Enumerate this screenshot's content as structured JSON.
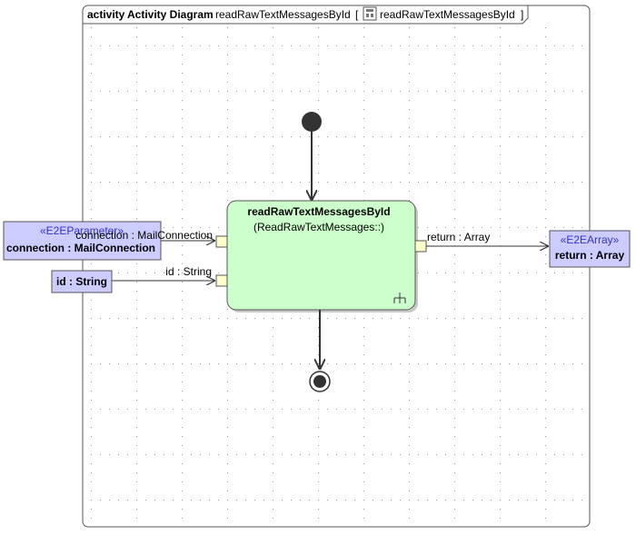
{
  "frame": {
    "keyword": "activity",
    "kind": "Activity Diagram",
    "name": "readRawTextMessagesById",
    "bracket_open": "[",
    "bracket_name": "readRawTextMessagesById",
    "bracket_close": "]"
  },
  "action": {
    "name": "readRawTextMessagesById",
    "behavior": "(ReadRawTextMessages::)"
  },
  "params": {
    "connection": {
      "stereotype": "«E2EParameter»",
      "label": "connection : MailConnection"
    },
    "id": {
      "label": "id : String"
    },
    "ret": {
      "stereotype": "«E2EArray»",
      "label": "return : Array"
    }
  },
  "pins": {
    "connection": "connection : MailConnection",
    "id": "id : String",
    "ret": "return : Array"
  },
  "colors": {
    "action_fill": "#ccffcc",
    "param_fill": "#ccccff",
    "pin_fill": "#ffffcc",
    "stereotype_text": "#3333cc",
    "grid_dot": "#999999",
    "node_fill": "#333333"
  },
  "icons": {
    "initial": "initial-node",
    "final": "activity-final-node",
    "call_behavior": "call-behavior-icon"
  }
}
